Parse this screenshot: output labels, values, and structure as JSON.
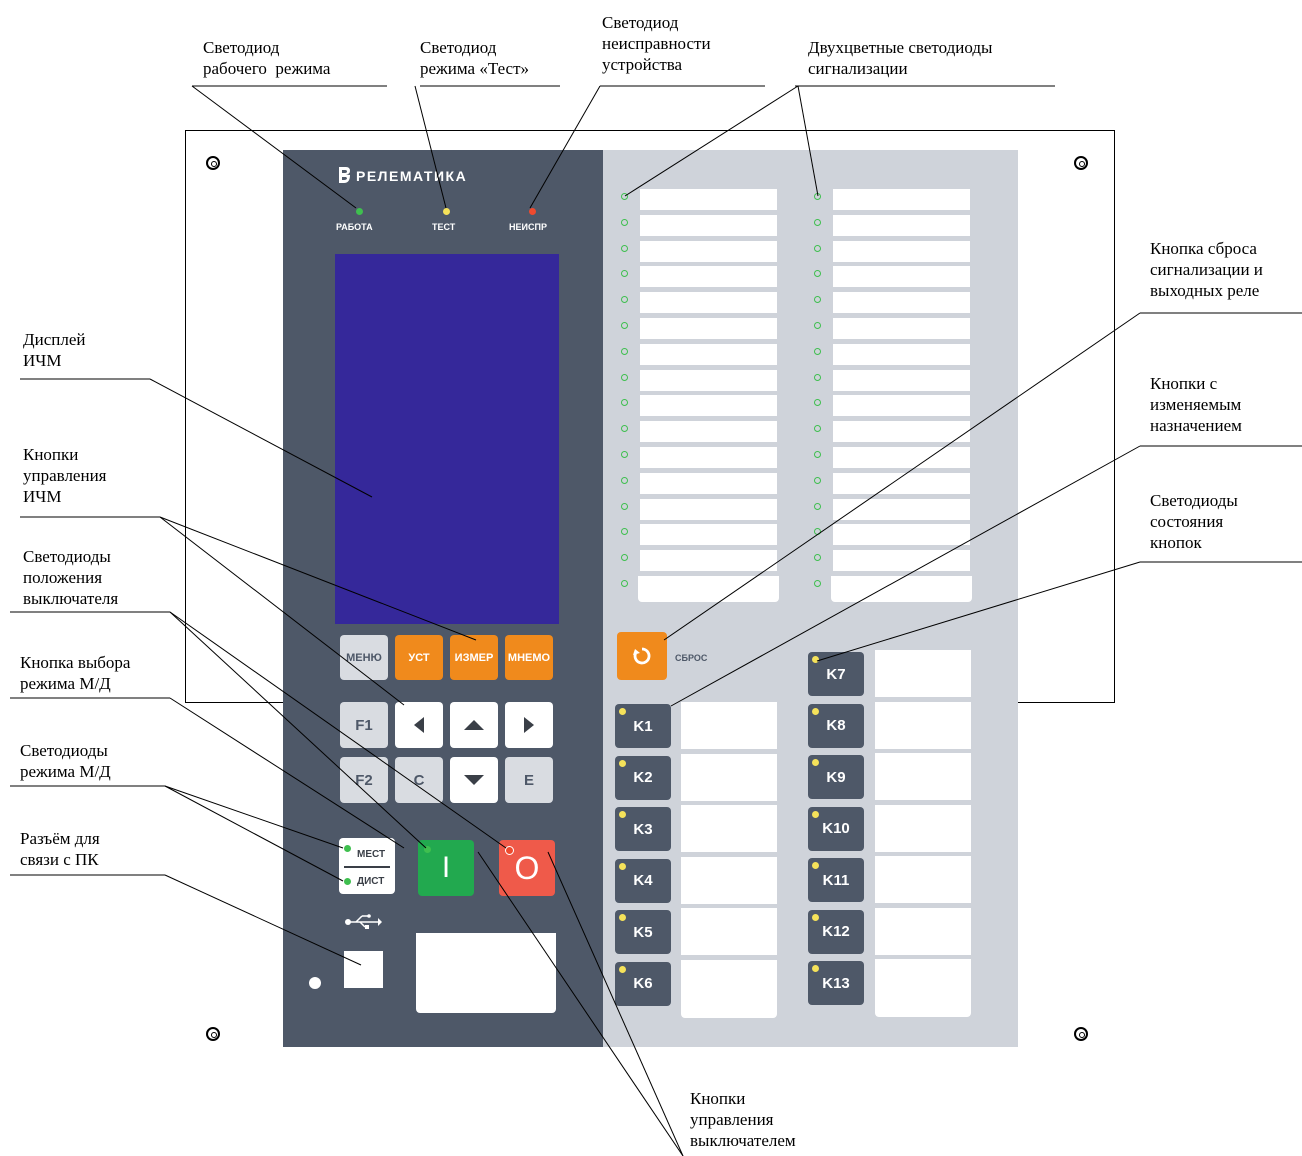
{
  "annotations": {
    "work_led": [
      "Светодиод",
      "рабочего  режима"
    ],
    "test_led": [
      "Светодиод",
      "режима «Тест»"
    ],
    "fault_led": [
      "Светодиод",
      "неисправности",
      "устройства"
    ],
    "signal_leds": [
      "Двухцветные светодиоды",
      "сигнализации"
    ],
    "reset_button": [
      "Кнопка сброса",
      "сигнализации и",
      "выходных реле"
    ],
    "display": [
      "Дисплей",
      "ИЧМ"
    ],
    "custom_buttons": [
      "Кнопки с",
      "изменяемым",
      "назначением"
    ],
    "hmi_buttons": [
      "Кнопки",
      "управления",
      "ИЧМ"
    ],
    "button_state_leds": [
      "Светодиоды",
      "состояния",
      "кнопок"
    ],
    "breaker_leds": [
      "Светодиоды",
      "положения",
      "выключателя"
    ],
    "mode_button": [
      "Кнопка выбора",
      "режима М/Д"
    ],
    "mode_leds": [
      "Светодиоды",
      "режима М/Д"
    ],
    "pc_port": [
      "Разъём для",
      "связи с ПК"
    ],
    "breaker_buttons": [
      "Кнопки",
      "управления",
      "выключателем"
    ]
  },
  "panel": {
    "brand": "РЕЛЕМАТИКА",
    "leds": {
      "work": "РАБОТА",
      "test": "ТЕСТ",
      "fault": "НЕИСПР"
    },
    "hmi_buttons": [
      "МЕНЮ",
      "УСТ",
      "ИЗМЕР",
      "МНЕМО"
    ],
    "nav": {
      "f1": "F1",
      "f2": "F2",
      "c": "C",
      "e": "E"
    },
    "mode": {
      "local": "МЕСТ",
      "remote": "ДИСТ"
    },
    "breaker": {
      "on": "I",
      "off": "O"
    },
    "reset_label": "СБРОС",
    "keys_left": [
      "K1",
      "K2",
      "K3",
      "K4",
      "K5",
      "K6"
    ],
    "keys_right": [
      "K7",
      "K8",
      "K9",
      "K10",
      "K11",
      "K12",
      "K13"
    ],
    "colors": {
      "panel_dark": "#4e5868",
      "panel_light": "#cfd3da",
      "display": "#35289a",
      "accent_orange": "#f08a1c",
      "on_green": "#22a94f",
      "off_red": "#ef5a4a",
      "led_green": "#3fbf4f",
      "led_yellow": "#f5e25a",
      "led_red": "#ef4a2e"
    }
  }
}
